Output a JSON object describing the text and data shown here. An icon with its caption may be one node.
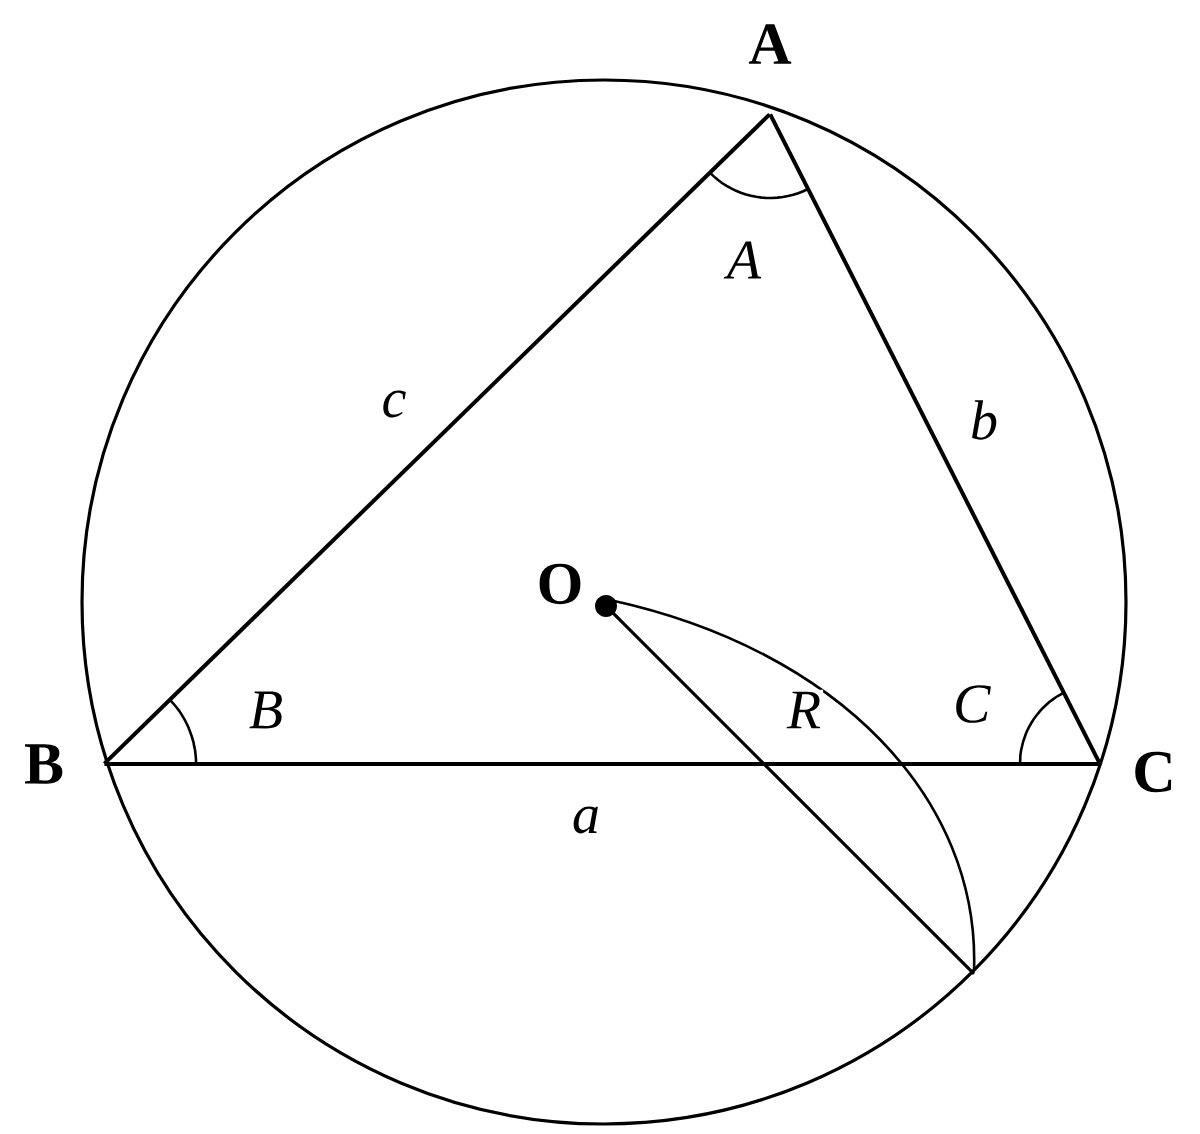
{
  "diagram": {
    "nodes": [
      {
        "text": [
          "A"
        ]
      },
      {
        "text": [
          "B"
        ]
      },
      {
        "text": [
          "C"
        ]
      },
      {
        "text": [
          "O"
        ]
      }
    ],
    "edges": [
      {
        "from": 0,
        "to": 1,
        "arrow": "none",
        "label": "*c*"
      },
      {
        "from": 0,
        "to": 2,
        "arrow": "none",
        "label": "*b*"
      },
      {
        "from": 1,
        "to": 2,
        "arrow": "none",
        "label": "*a*"
      },
      {
        "from": 3,
        "to": null,
        "arrow": "none"
      }
    ],
    "labels": [
      "*A*",
      "*B*",
      "*R*",
      "*C*"
    ]
  }
}
